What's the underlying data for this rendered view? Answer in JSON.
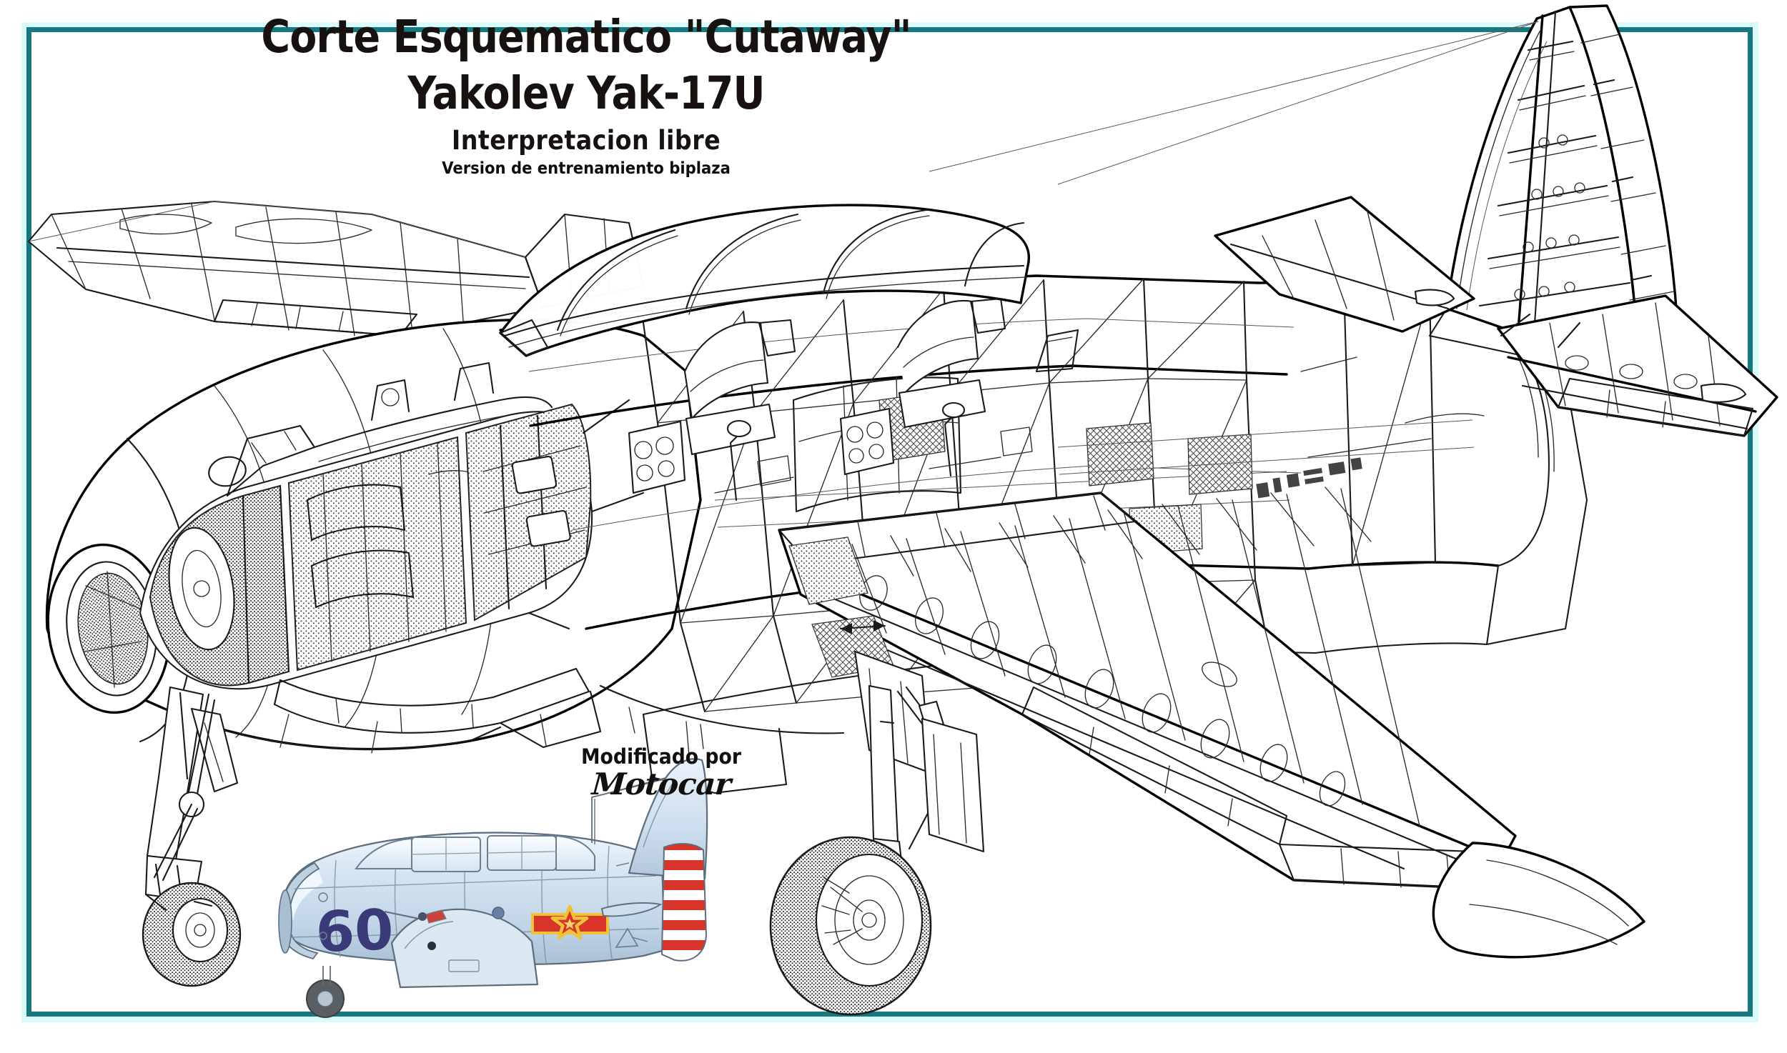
{
  "document": {
    "kind": "technical-cutaway-illustration",
    "background_color": "#ffffff",
    "frame": {
      "border_color": "#17787f",
      "glow_color": "#d9fbfb",
      "style": "double rectangle border"
    }
  },
  "title_block": {
    "line1": "Corte Esquematico \"Cutaway\"",
    "line2": "Yakolev Yak-17U",
    "line3": "Interpretacion libre",
    "line4": "Version de entrenamiento biplaza"
  },
  "credit": {
    "prefix": "Modificado por",
    "signature": "Motocar"
  },
  "cutaway": {
    "subject": "Yakolev Yak-17U two-seat jet trainer",
    "view": "three-quarter front-left cutaway, skin removed",
    "line_color": "#1a1a1a",
    "callouts": [],
    "components": [
      "turbojet engine (RD-10) in forward fuselage",
      "nose air intake duct",
      "tubular steel truss fuselage frame",
      "tandem two-seat cockpit with sliding canopies",
      "forward and rear ejection/pilot seats",
      "control column and rudder pedals",
      "wing spar, ribs with lightening holes",
      "main wheel on trailing-link oleo strut",
      "nose wheel and retraction strut",
      "vertical fin rib structure",
      "horizontal stabiliser frame",
      "tailplane bracing struts",
      "wingtip fairing"
    ]
  },
  "profile_illustration": {
    "subject": "Yak-17U side profile colour artwork",
    "scheme_color": "#c9dced",
    "highlight_color": "#eef5fb",
    "shadow_color": "#9db3c9",
    "outline_color": "#5d6d7d",
    "tail_number": "60",
    "tail_number_color": "#3b3a78",
    "rudder_stripes": {
      "count": 7,
      "colors": [
        "#d7342a",
        "#ffffff"
      ]
    },
    "insignia": {
      "type": "PLAAF star-and-bars",
      "star_color": "#d7342a",
      "star_outline": "#f0c23a",
      "bar_color": "#d7342a",
      "bar_outline": "#f0c23a"
    }
  }
}
